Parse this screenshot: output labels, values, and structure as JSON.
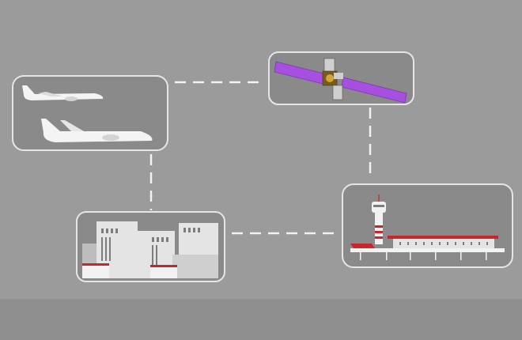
{
  "colors": {
    "background": "#9b9b9b",
    "background_bottom": "#8f8f8f",
    "panel_fill": "#8a8a8a",
    "panel_border": "#e6e6e6",
    "connector": "#f2f2f2",
    "solar_panel": "#a64fe0",
    "accent_red": "#c8262c",
    "building": "#e4e4e4"
  },
  "nodes": [
    {
      "id": "aircraft",
      "icon": "aircraft-icon"
    },
    {
      "id": "satellite",
      "icon": "satellite-icon"
    },
    {
      "id": "city",
      "icon": "city-buildings-icon"
    },
    {
      "id": "airport",
      "icon": "airport-control-tower-icon"
    }
  ]
}
